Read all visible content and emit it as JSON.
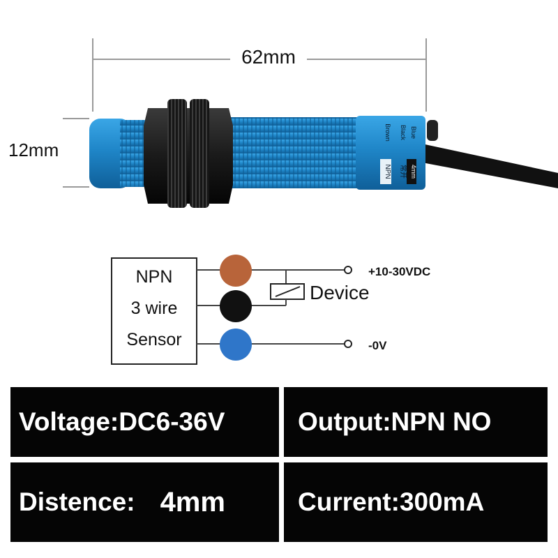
{
  "dimensions": {
    "length": "62mm",
    "diameter": "12mm"
  },
  "sensor_label": {
    "brand_type": "NPN",
    "mode": "常开",
    "range": "4mm",
    "wire_names": [
      "Brown",
      "Black",
      "Blue"
    ]
  },
  "wiring": {
    "box_lines": [
      "NPN",
      "3 wire",
      "Sensor"
    ],
    "device_label": "Device",
    "supply_label": "+10-30VDC",
    "ground_label": "-0V",
    "wire_colors": {
      "brown": "#b8643a",
      "black": "#111111",
      "blue": "#2f76c9"
    }
  },
  "specs": {
    "voltage": "Voltage:DC6-36V",
    "output": "Output:NPN NO",
    "distance_label": "Distence:",
    "distance_value": "4mm",
    "current": "Current:300mA"
  },
  "colors": {
    "sensor_body": "#1f86c8",
    "nut": "#1a1a1a",
    "spec_background": "#050505",
    "spec_text": "#ffffff"
  }
}
